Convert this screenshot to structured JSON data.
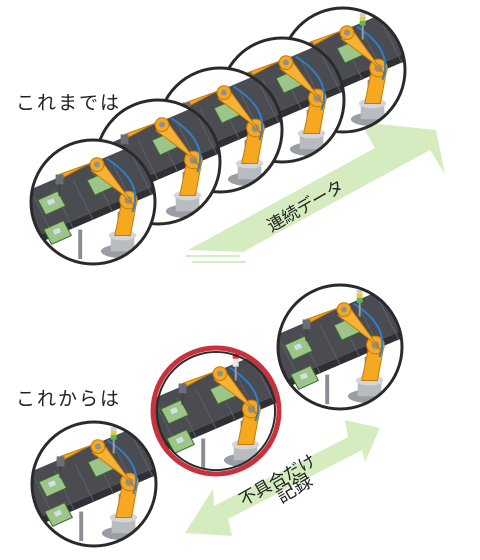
{
  "labels": {
    "until_now": "これまでは",
    "from_now": "これからは",
    "continuous_data": "連続データ",
    "defect_only_line1": "不具合だけ",
    "defect_only_line2": "記録"
  },
  "colors": {
    "arrow_green": "#d5ecc0",
    "circle_border": "#2a2a2a",
    "highlight_border": "#c8323c",
    "robot_orange": "#f6a821",
    "robot_dark_orange": "#d98a12",
    "conveyor": "#4a4c52",
    "board_green": "#9dc58a",
    "lamp_red": "#e23b2e",
    "lamp_yellow": "#f2c531",
    "lamp_green": "#5cb85c"
  },
  "icons": {
    "scene": "robot-arm-conveyor-scene",
    "lamp": "signal-tower-lamp"
  },
  "sequences": {
    "top": {
      "frames": 5,
      "highlighted_frames": []
    },
    "bottom": {
      "frames": 3,
      "highlighted_frames": [
        2
      ]
    }
  }
}
